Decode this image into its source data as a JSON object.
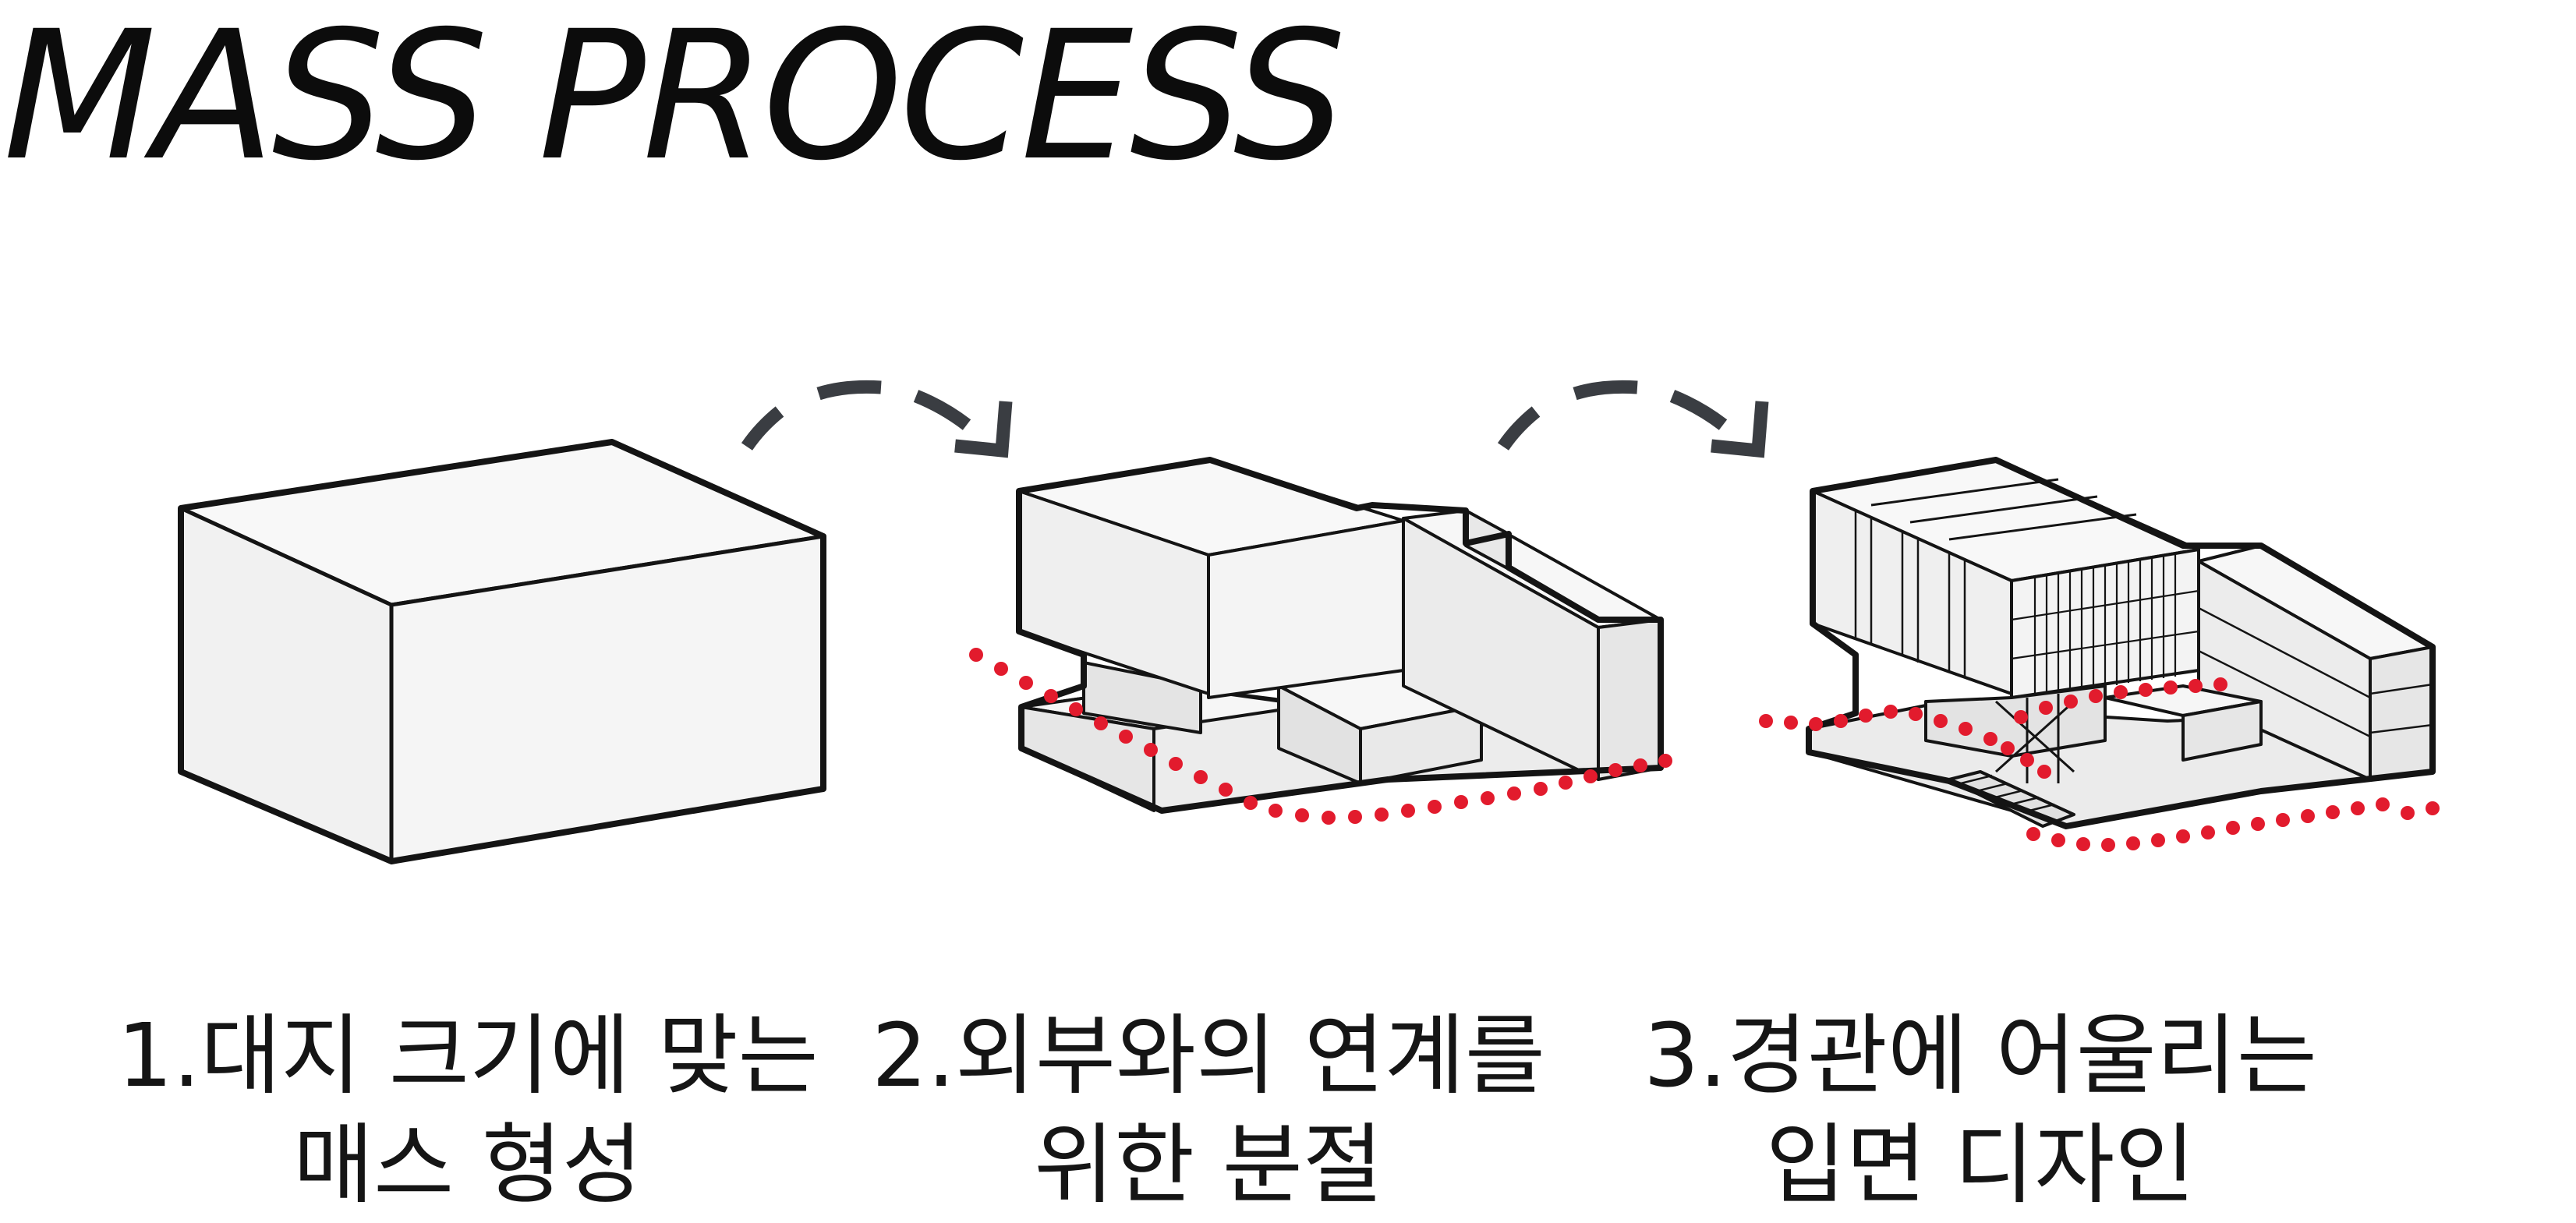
{
  "title": "MASS PROCESS",
  "steps": [
    {
      "line1": "1.대지 크기에 맞는",
      "line2": "매스 형성"
    },
    {
      "line1": "2.외부와의 연계를",
      "line2": "위한 분절"
    },
    {
      "line1": "3.경관에 어울리는",
      "line2": "입면 디자인"
    }
  ],
  "colors": {
    "text": "#151515",
    "outline": "#141414",
    "face_light": "#f7f7f7",
    "face_mid": "#ececec",
    "face_dark": "#e2e2e2",
    "arrow": "#3a3d42",
    "site_dots": "#e21b2d"
  },
  "icons": [
    "dashed-curved-arrow-icon"
  ]
}
